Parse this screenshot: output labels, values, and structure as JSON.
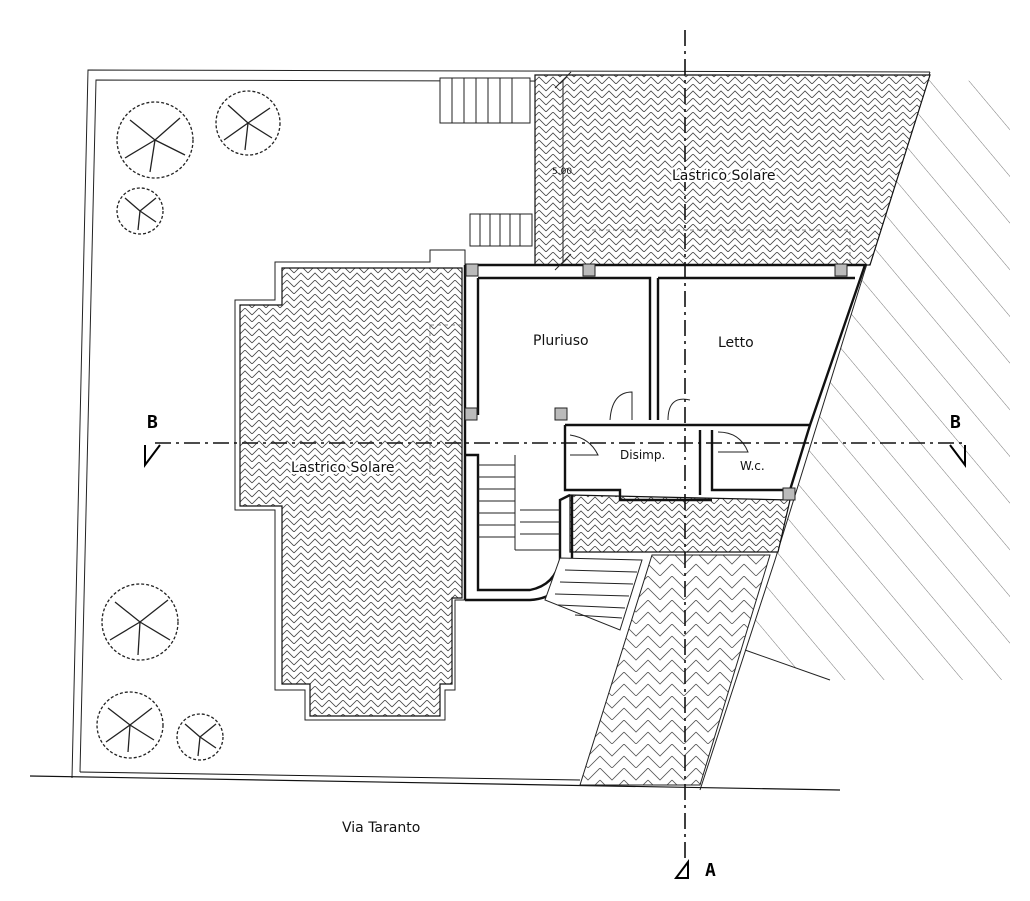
{
  "rooms": {
    "pluriuso": "Pluriuso",
    "letto": "Letto",
    "disimpegno": "Disimp.",
    "wc": "W.c."
  },
  "terraces": {
    "top": "Lastrico Solare",
    "left": "Lastrico Solare"
  },
  "dimension": "5.00",
  "street": "Via Taranto",
  "sections": {
    "b_left": "B",
    "b_right": "B",
    "a": "A"
  }
}
